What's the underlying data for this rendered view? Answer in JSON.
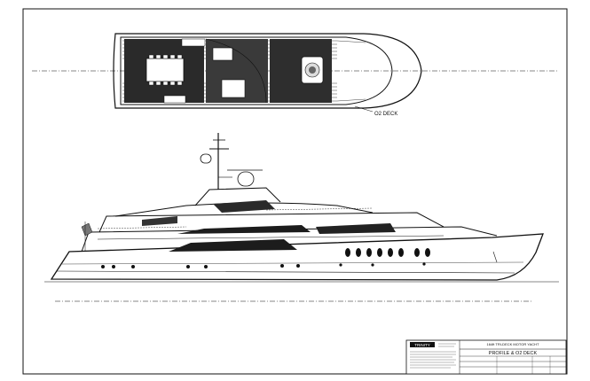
{
  "drawing": {
    "deck_label": "O2 DECK",
    "title_block": {
      "logo": "TRINITY",
      "project": "164ft TRI-DECK MOTOR YACHT",
      "sheet_title": "PROFILE & O2 DECK"
    }
  }
}
